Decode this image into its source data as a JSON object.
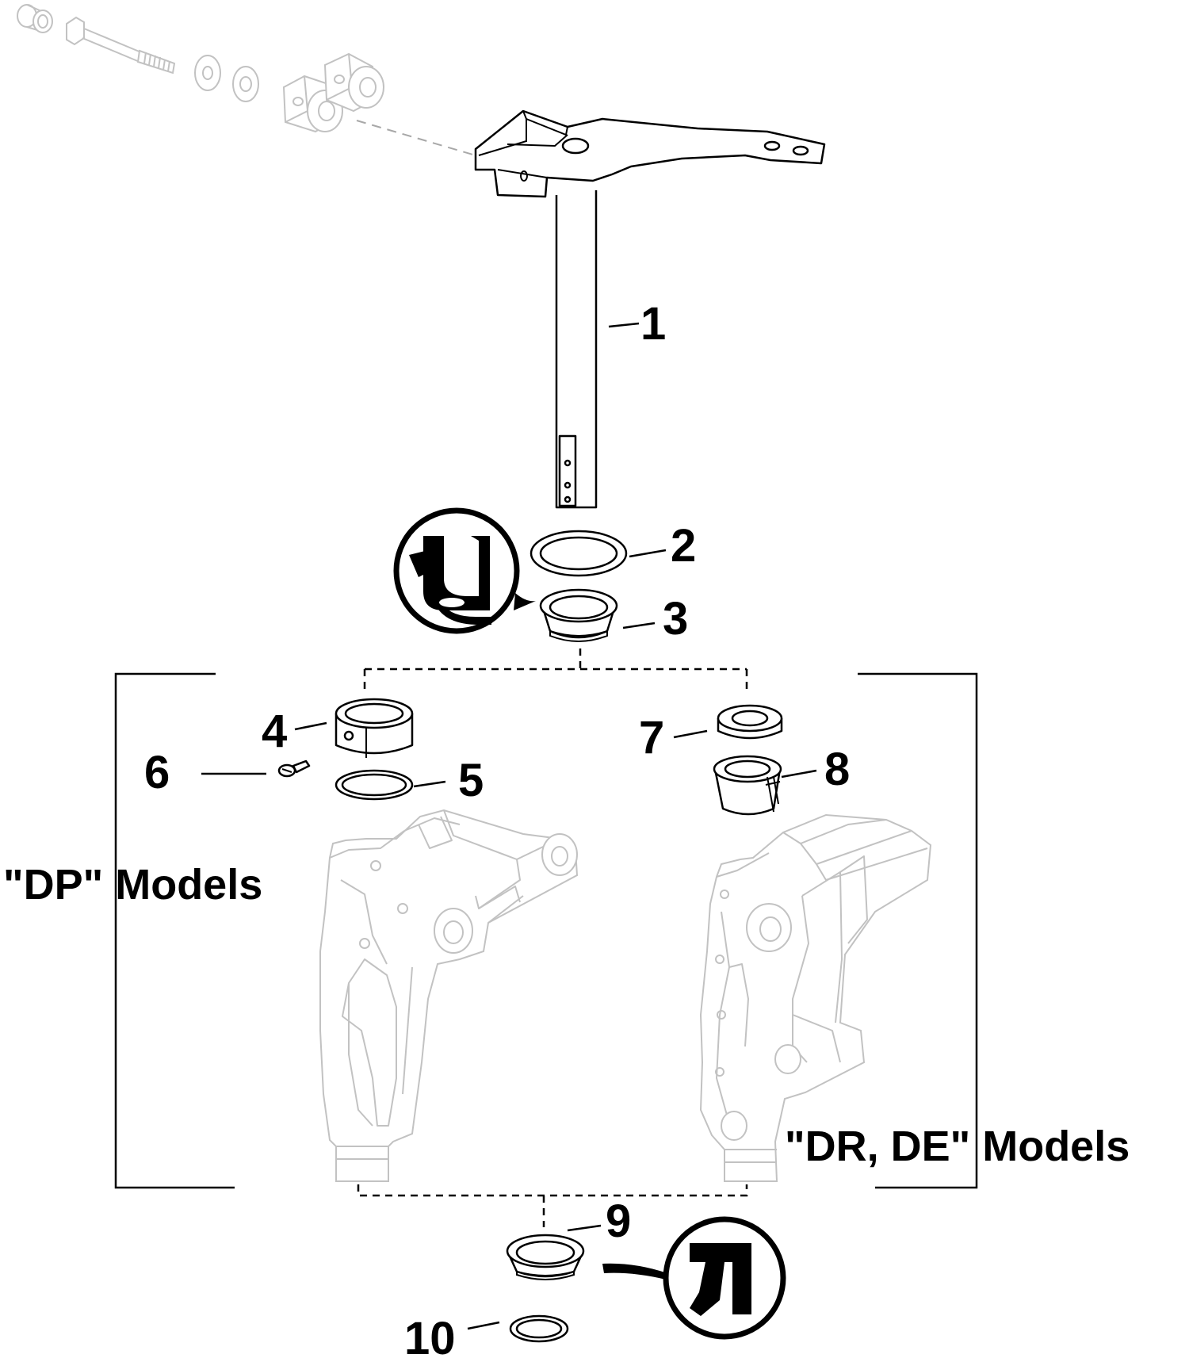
{
  "parts": [
    {
      "number": "1",
      "name": "steering-arm-shaft"
    },
    {
      "number": "2",
      "name": "washer"
    },
    {
      "number": "3",
      "name": "upper-bushing-seal"
    },
    {
      "number": "4",
      "name": "bushing"
    },
    {
      "number": "5",
      "name": "o-ring"
    },
    {
      "number": "6",
      "name": "screw"
    },
    {
      "number": "7",
      "name": "bushing-ring"
    },
    {
      "number": "8",
      "name": "split-bushing"
    },
    {
      "number": "9",
      "name": "lower-bushing-seal"
    },
    {
      "number": "10",
      "name": "o-ring-lower"
    }
  ],
  "model_groups": {
    "dp": "\"DP\" Models",
    "dr_de": "\"DR, DE\" Models"
  },
  "symbols": {
    "upper": "grease-icon",
    "lower": "grease-icon"
  }
}
